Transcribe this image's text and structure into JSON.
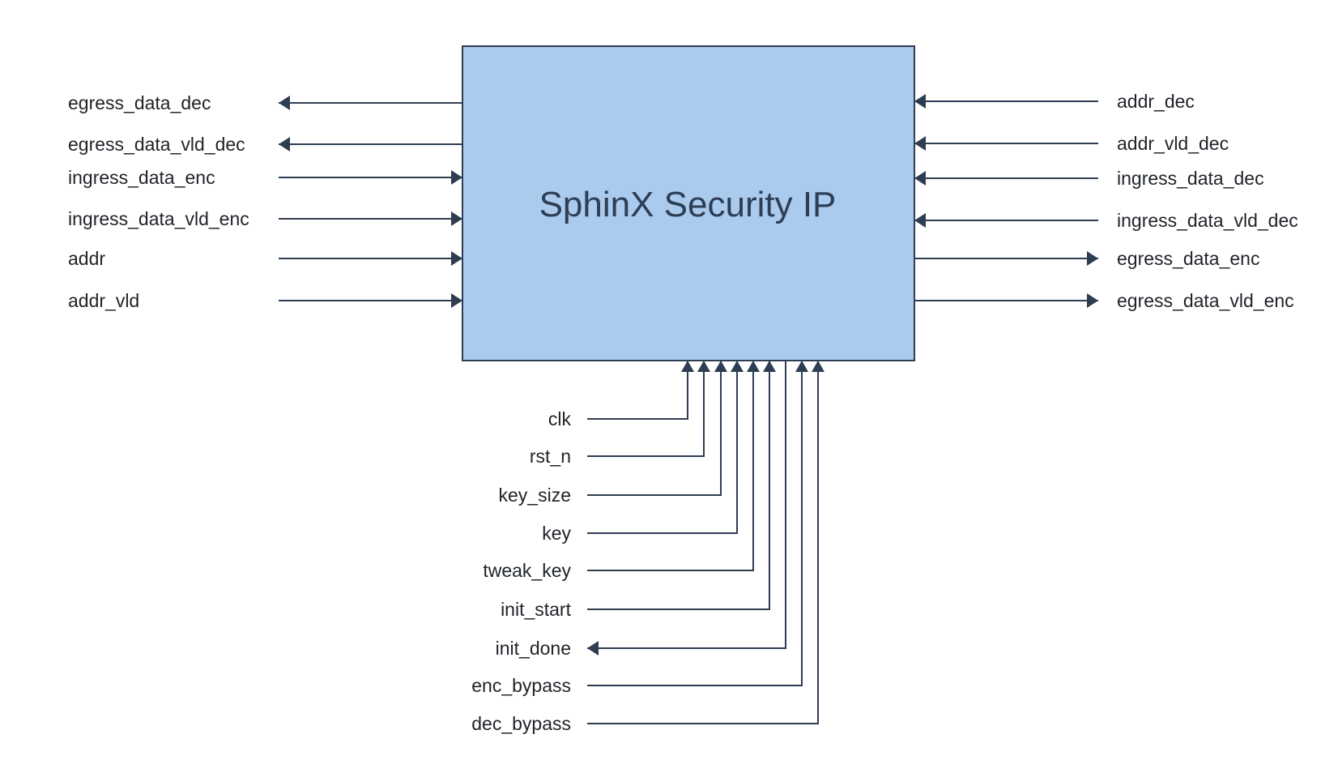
{
  "diagram": {
    "title": "SphinX Security IP",
    "colors": {
      "block_fill": "#aacbee",
      "block_stroke": "#2f3d52",
      "wire": "#2f3d52",
      "title_text": "#2d3e55",
      "label_text": "#1f2328"
    },
    "left_ports": [
      {
        "name": "egress_data_dec",
        "direction": "output"
      },
      {
        "name": "egress_data_vld_dec",
        "direction": "output"
      },
      {
        "name": "ingress_data_enc",
        "direction": "input"
      },
      {
        "name": "ingress_data_vld_enc",
        "direction": "input"
      },
      {
        "name": "addr",
        "direction": "input"
      },
      {
        "name": "addr_vld",
        "direction": "input"
      }
    ],
    "right_ports": [
      {
        "name": "addr_dec",
        "direction": "input"
      },
      {
        "name": "addr_vld_dec",
        "direction": "input"
      },
      {
        "name": "ingress_data_dec",
        "direction": "input"
      },
      {
        "name": "ingress_data_vld_dec",
        "direction": "input"
      },
      {
        "name": "egress_data_enc",
        "direction": "output"
      },
      {
        "name": "egress_data_vld_enc",
        "direction": "output"
      }
    ],
    "bottom_ports": [
      {
        "name": "clk",
        "direction": "input"
      },
      {
        "name": "rst_n",
        "direction": "input"
      },
      {
        "name": "key_size",
        "direction": "input"
      },
      {
        "name": "key",
        "direction": "input"
      },
      {
        "name": "tweak_key",
        "direction": "input"
      },
      {
        "name": "init_start",
        "direction": "input"
      },
      {
        "name": "init_done",
        "direction": "output"
      },
      {
        "name": "enc_bypass",
        "direction": "input"
      },
      {
        "name": "dec_bypass",
        "direction": "input"
      }
    ]
  }
}
